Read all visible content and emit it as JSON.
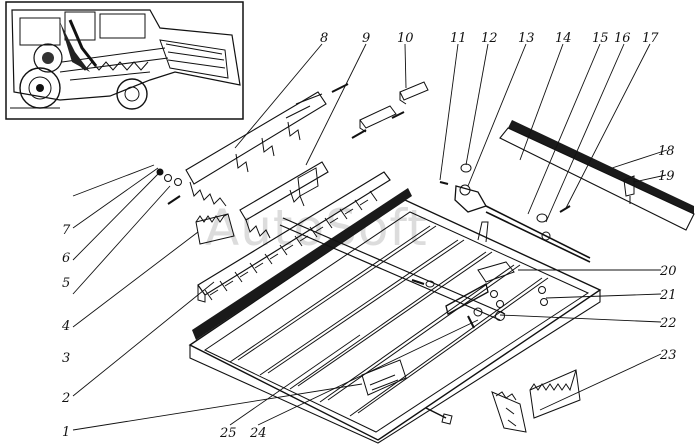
{
  "diagram": {
    "type": "exploded-assembly",
    "inset": "combine-harvester-overview",
    "watermark": "AutoSoft",
    "callouts": [
      "1",
      "2",
      "3",
      "4",
      "5",
      "6",
      "7",
      "8",
      "9",
      "10",
      "11",
      "12",
      "13",
      "14",
      "15",
      "16",
      "17",
      "18",
      "19",
      "20",
      "21",
      "22",
      "23",
      "24",
      "25"
    ],
    "parts": [
      "frame",
      "slat-bars",
      "cross-bar",
      "finger-bar-left",
      "finger-bar-right",
      "sieve-plates",
      "sealing-strip-left",
      "sealing-strip-right",
      "pivot-lever",
      "adjusting-rod",
      "brackets",
      "bolts-nuts"
    ]
  }
}
